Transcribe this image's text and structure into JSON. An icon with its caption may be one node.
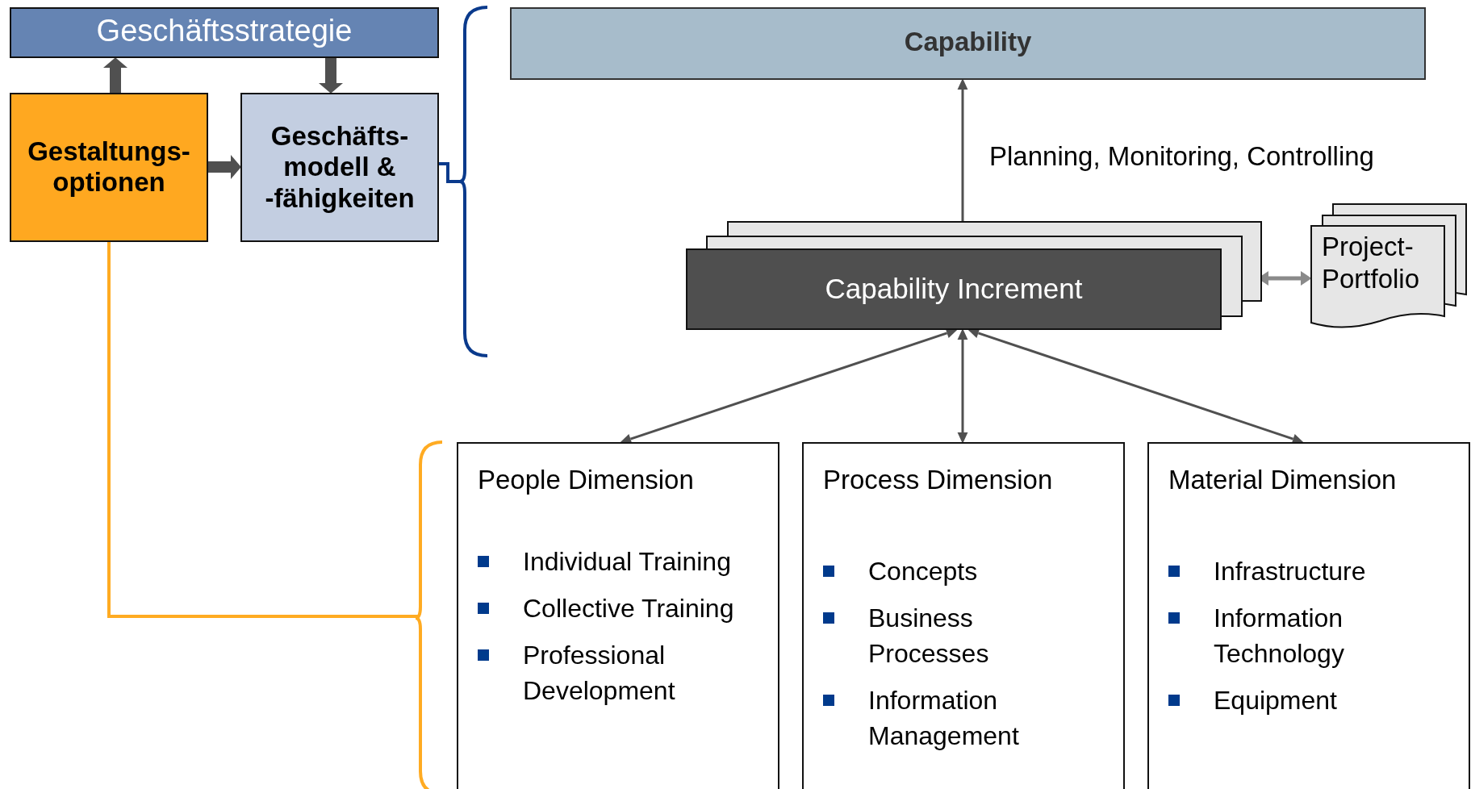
{
  "diagram": {
    "nodes": [
      {
        "text": [
          "Geschäftsstrategie"
        ]
      },
      {
        "text": [
          "Gestaltungs- optionen"
        ]
      },
      {
        "text": [
          "Geschäfts- modell & -fähigkeiten"
        ]
      },
      {
        "text": [],
        "shape": "bracket"
      },
      {
        "text": [
          "Capability"
        ]
      },
      {
        "text": [
          "Capability Increment"
        ]
      },
      {
        "text": [
          "Project- Portfolio"
        ]
      },
      {
        "text": [],
        "shape": "bracket"
      },
      {
        "text": [
          "People Dimension",
          "Individual Training",
          "Collective Training",
          "Professional Development"
        ]
      },
      {
        "text": [
          "Process Dimension",
          "Concepts",
          "Business Processes",
          "Information Management"
        ]
      },
      {
        "text": [
          "Material Dimension",
          "Infrastructure",
          "Information Technology",
          "Equipment"
        ]
      }
    ],
    "edges": [
      {
        "from": 1,
        "to": 0,
        "arrow": "to",
        "style": "thick"
      },
      {
        "from": 0,
        "to": 2,
        "arrow": "to",
        "style": "thick"
      },
      {
        "from": 1,
        "to": 2,
        "arrow": "to",
        "style": "thick"
      },
      {
        "from": 2,
        "to": 3,
        "arrow": "none",
        "color": "#0a3a8c"
      },
      {
        "from": 5,
        "to": 4,
        "arrow": "to",
        "label": "Planning, Monitoring, Controlling"
      },
      {
        "from": 5,
        "to": 6,
        "arrow": "both",
        "color": "#8a8a8a"
      },
      {
        "from": 1,
        "to": 7,
        "arrow": "none",
        "color": "#ffab22"
      },
      {
        "from": 5,
        "to": 8,
        "arrow": "both"
      },
      {
        "from": 5,
        "to": 9,
        "arrow": "both"
      },
      {
        "from": 5,
        "to": 10,
        "arrow": "both"
      }
    ]
  }
}
